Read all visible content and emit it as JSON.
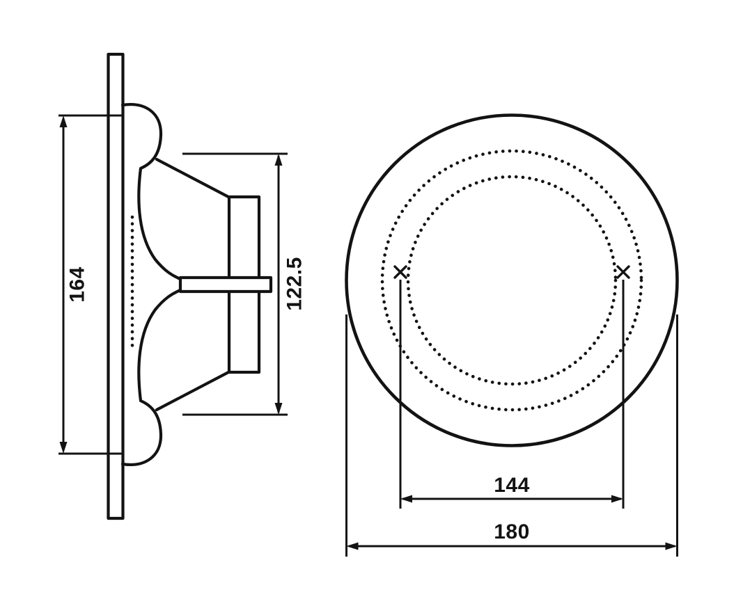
{
  "drawing": {
    "background": "#ffffff",
    "line_color": "#131313",
    "side_view": {
      "dim_outer_height": {
        "label": "164"
      },
      "dim_inner_depth": {
        "label": "122.5"
      }
    },
    "front_view": {
      "dim_mounting_holes": {
        "label": "144"
      },
      "dim_overall": {
        "label": "180"
      },
      "screw_marker_symbol": "×"
    }
  }
}
